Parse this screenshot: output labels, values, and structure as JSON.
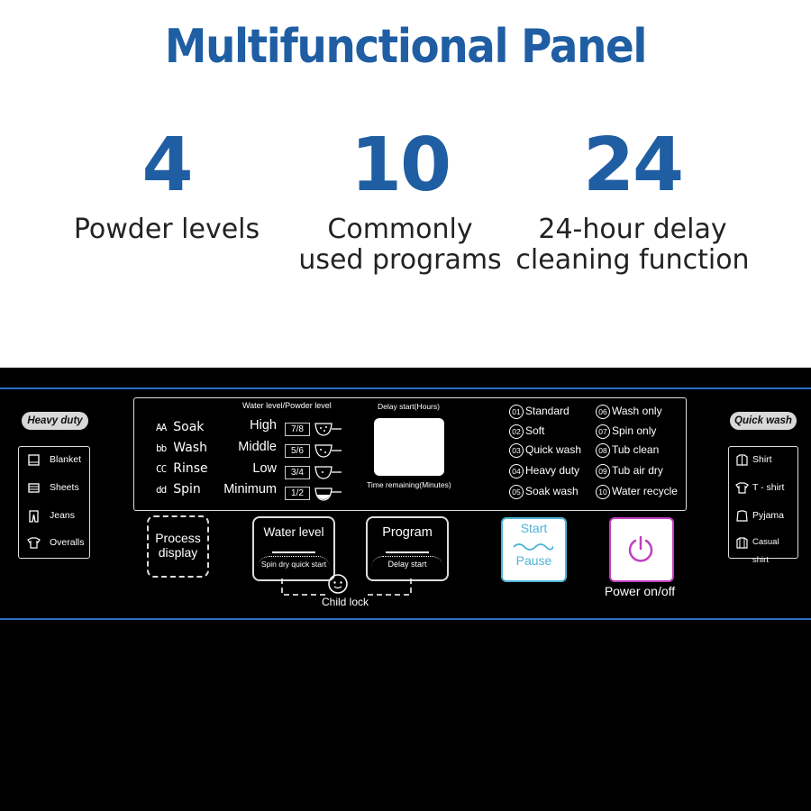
{
  "header": {
    "title": "Multifunctional Panel"
  },
  "stats": [
    {
      "number": "4",
      "label": "Powder levels"
    },
    {
      "number": "10",
      "label": "Commonly\nused programs"
    },
    {
      "number": "24",
      "label": "24-hour delay\ncleaning function"
    }
  ],
  "left_panel": {
    "badge": "Heavy duty",
    "items": [
      {
        "label": "Blanket",
        "icon": "blanket-icon"
      },
      {
        "label": "Sheets",
        "icon": "sheets-icon"
      },
      {
        "label": "Jeans",
        "icon": "jeans-icon"
      },
      {
        "label": "Overalls",
        "icon": "overalls-icon"
      }
    ]
  },
  "right_panel": {
    "badge": "Quick wash",
    "items": [
      {
        "label": "Shirt",
        "icon": "shirt-icon"
      },
      {
        "label": "T - shirt",
        "icon": "tshirt-icon"
      },
      {
        "label": "Pyjama",
        "icon": "pyjama-icon"
      },
      {
        "label": "Casual shirt",
        "icon": "casual-shirt-icon"
      }
    ]
  },
  "display": {
    "water_powder_title": "Water level/Powder level",
    "stages": [
      {
        "glyph": "AA",
        "label": "Soak"
      },
      {
        "glyph": "bb",
        "label": "Wash"
      },
      {
        "glyph": "CC",
        "label": "Rinse"
      },
      {
        "glyph": "dd",
        "label": "Spin"
      }
    ],
    "levels": [
      {
        "label": "High",
        "fraction": "7/8"
      },
      {
        "label": "Middle",
        "fraction": "5/6"
      },
      {
        "label": "Low",
        "fraction": "3/4"
      },
      {
        "label": "Minimum",
        "fraction": "1/2"
      }
    ],
    "delay_title": "Delay start(Hours)",
    "time_remaining": "Time remaining(Minutes)",
    "programs": [
      {
        "num": "01",
        "label": "Standard"
      },
      {
        "num": "02",
        "label": "Soft"
      },
      {
        "num": "03",
        "label": "Quick wash"
      },
      {
        "num": "04",
        "label": "Heavy duty"
      },
      {
        "num": "05",
        "label": "Soak wash"
      },
      {
        "num": "06",
        "label": "Wash only"
      },
      {
        "num": "07",
        "label": "Spin only"
      },
      {
        "num": "08",
        "label": "Tub clean"
      },
      {
        "num": "09",
        "label": "Tub air dry"
      },
      {
        "num": "10",
        "label": "Water recycle"
      }
    ]
  },
  "buttons": {
    "process": "Process\ndisplay",
    "water_level": "Water level",
    "water_level_sub": "Spin dry quick start",
    "program": "Program",
    "program_sub": "Delay start",
    "child_lock": "Child lock",
    "start": "Start",
    "pause": "Pause",
    "power": "Power on/off"
  },
  "colors": {
    "title_blue": "#1f5ea3",
    "panel_line_blue": "#2f6fc4",
    "start_button": "#4fb3d9",
    "power_button": "#c23fbf"
  }
}
